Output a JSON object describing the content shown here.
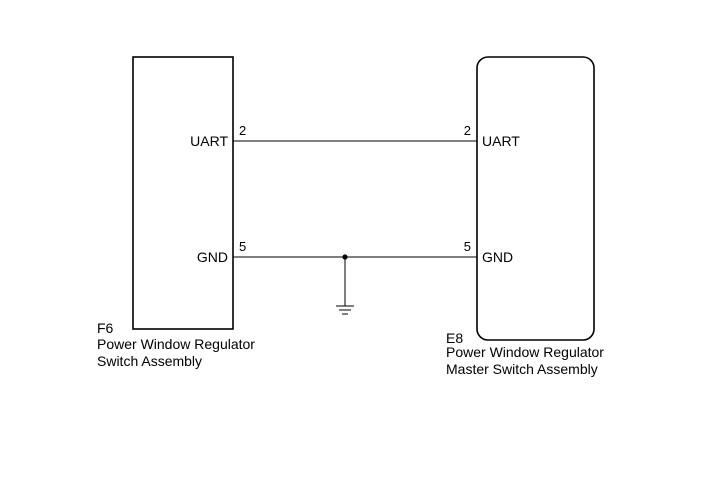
{
  "left_connector": {
    "code": "F6",
    "name_line1": "Power Window Regulator",
    "name_line2": "Switch Assembly",
    "signals": [
      {
        "label": "UART",
        "pin": "2"
      },
      {
        "label": "GND",
        "pin": "5"
      }
    ]
  },
  "right_connector": {
    "code": "E8",
    "name_line1": "Power Window Regulator",
    "name_line2": "Master Switch Assembly",
    "signals": [
      {
        "label": "UART",
        "pin": "2"
      },
      {
        "label": "GND",
        "pin": "5"
      }
    ]
  },
  "ground_symbol": "ground-icon"
}
